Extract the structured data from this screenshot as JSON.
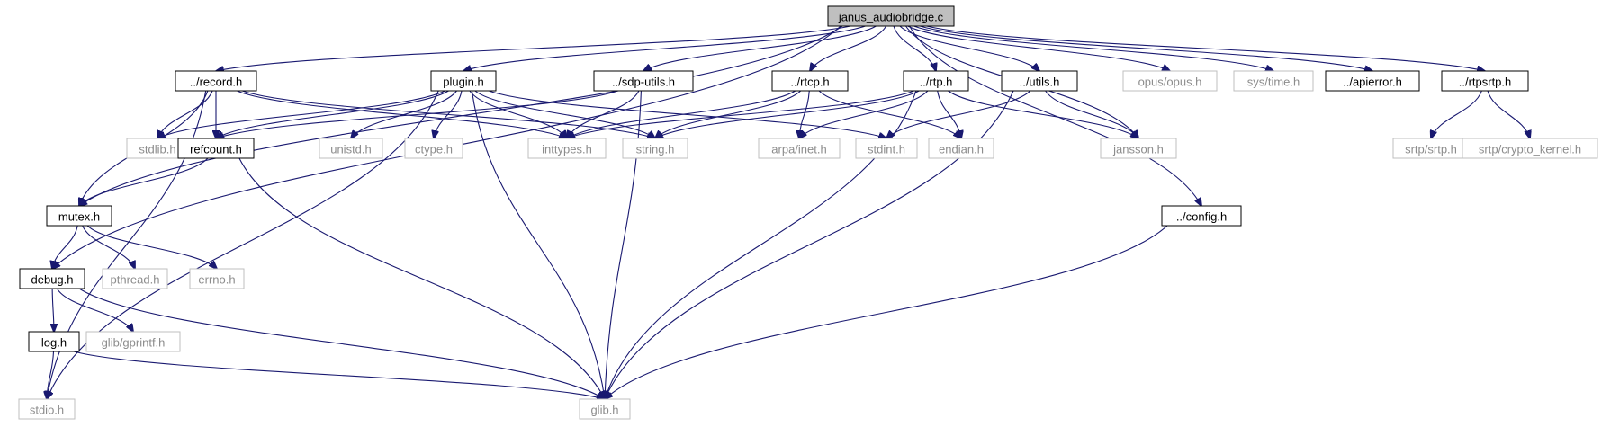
{
  "graph": {
    "colors": {
      "root_fill": "#bfbfbf",
      "root_stroke": "#000000",
      "node_stroke": "#000000",
      "external_stroke": "#bfbfbf",
      "external_text": "#8c8c8c",
      "edge": "#191970"
    },
    "nodes": [
      {
        "id": "root",
        "label": "janus_audiobridge.c",
        "kind": "root"
      },
      {
        "id": "record",
        "label": "../record.h",
        "kind": "header"
      },
      {
        "id": "plugin",
        "label": "plugin.h",
        "kind": "header"
      },
      {
        "id": "sdputils",
        "label": "../sdp-utils.h",
        "kind": "header"
      },
      {
        "id": "rtcp",
        "label": "../rtcp.h",
        "kind": "header"
      },
      {
        "id": "rtp",
        "label": "../rtp.h",
        "kind": "header"
      },
      {
        "id": "utils",
        "label": "../utils.h",
        "kind": "header"
      },
      {
        "id": "opus",
        "label": "opus/opus.h",
        "kind": "external"
      },
      {
        "id": "systime",
        "label": "sys/time.h",
        "kind": "external"
      },
      {
        "id": "apierror",
        "label": "../apierror.h",
        "kind": "header"
      },
      {
        "id": "rtpsrtp",
        "label": "../rtpsrtp.h",
        "kind": "header"
      },
      {
        "id": "stdlib",
        "label": "stdlib.h",
        "kind": "external"
      },
      {
        "id": "refcount",
        "label": "refcount.h",
        "kind": "header"
      },
      {
        "id": "unistd",
        "label": "unistd.h",
        "kind": "external"
      },
      {
        "id": "ctype",
        "label": "ctype.h",
        "kind": "external"
      },
      {
        "id": "inttypes",
        "label": "inttypes.h",
        "kind": "external"
      },
      {
        "id": "string",
        "label": "string.h",
        "kind": "external"
      },
      {
        "id": "arpainet",
        "label": "arpa/inet.h",
        "kind": "external"
      },
      {
        "id": "stdint",
        "label": "stdint.h",
        "kind": "external"
      },
      {
        "id": "endian",
        "label": "endian.h",
        "kind": "external"
      },
      {
        "id": "jansson",
        "label": "jansson.h",
        "kind": "external"
      },
      {
        "id": "srtp",
        "label": "srtp/srtp.h",
        "kind": "external"
      },
      {
        "id": "crypto",
        "label": "srtp/crypto_kernel.h",
        "kind": "external"
      },
      {
        "id": "mutex",
        "label": "mutex.h",
        "kind": "header"
      },
      {
        "id": "config",
        "label": "../config.h",
        "kind": "header"
      },
      {
        "id": "debug",
        "label": "debug.h",
        "kind": "header"
      },
      {
        "id": "pthread",
        "label": "pthread.h",
        "kind": "external"
      },
      {
        "id": "errno",
        "label": "errno.h",
        "kind": "external"
      },
      {
        "id": "log",
        "label": "log.h",
        "kind": "header"
      },
      {
        "id": "gprintf",
        "label": "glib/gprintf.h",
        "kind": "external"
      },
      {
        "id": "stdio",
        "label": "stdio.h",
        "kind": "external"
      },
      {
        "id": "glib",
        "label": "glib.h",
        "kind": "external"
      }
    ],
    "edges": [
      [
        "root",
        "record"
      ],
      [
        "root",
        "plugin"
      ],
      [
        "root",
        "sdputils"
      ],
      [
        "root",
        "rtcp"
      ],
      [
        "root",
        "rtp"
      ],
      [
        "root",
        "utils"
      ],
      [
        "root",
        "opus"
      ],
      [
        "root",
        "systime"
      ],
      [
        "root",
        "apierror"
      ],
      [
        "root",
        "rtpsrtp"
      ],
      [
        "root",
        "mutex"
      ],
      [
        "root",
        "debug"
      ],
      [
        "root",
        "jansson"
      ],
      [
        "root",
        "config"
      ],
      [
        "record",
        "stdlib"
      ],
      [
        "record",
        "refcount"
      ],
      [
        "record",
        "inttypes"
      ],
      [
        "record",
        "string"
      ],
      [
        "record",
        "mutex"
      ],
      [
        "record",
        "stdio"
      ],
      [
        "plugin",
        "stdlib"
      ],
      [
        "plugin",
        "refcount"
      ],
      [
        "plugin",
        "unistd"
      ],
      [
        "plugin",
        "ctype"
      ],
      [
        "plugin",
        "inttypes"
      ],
      [
        "plugin",
        "string"
      ],
      [
        "plugin",
        "glib"
      ],
      [
        "plugin",
        "stdio"
      ],
      [
        "sdputils",
        "refcount"
      ],
      [
        "sdputils",
        "inttypes"
      ],
      [
        "sdputils",
        "glib"
      ],
      [
        "rtcp",
        "inttypes"
      ],
      [
        "rtcp",
        "string"
      ],
      [
        "rtcp",
        "arpainet"
      ],
      [
        "rtcp",
        "endian"
      ],
      [
        "rtp",
        "inttypes"
      ],
      [
        "rtp",
        "string"
      ],
      [
        "rtp",
        "arpainet"
      ],
      [
        "rtp",
        "endian"
      ],
      [
        "rtp",
        "jansson"
      ],
      [
        "rtp",
        "glib"
      ],
      [
        "utils",
        "stdint"
      ],
      [
        "utils",
        "jansson"
      ],
      [
        "utils",
        "glib"
      ],
      [
        "rtpsrtp",
        "srtp"
      ],
      [
        "rtpsrtp",
        "crypto"
      ],
      [
        "refcount",
        "mutex"
      ],
      [
        "refcount",
        "glib"
      ],
      [
        "mutex",
        "debug"
      ],
      [
        "mutex",
        "pthread"
      ],
      [
        "mutex",
        "errno"
      ],
      [
        "debug",
        "log"
      ],
      [
        "debug",
        "gprintf"
      ],
      [
        "debug",
        "glib"
      ],
      [
        "log",
        "stdio"
      ],
      [
        "log",
        "glib"
      ],
      [
        "config",
        "glib"
      ],
      [
        "plugin",
        "stdint"
      ]
    ]
  }
}
